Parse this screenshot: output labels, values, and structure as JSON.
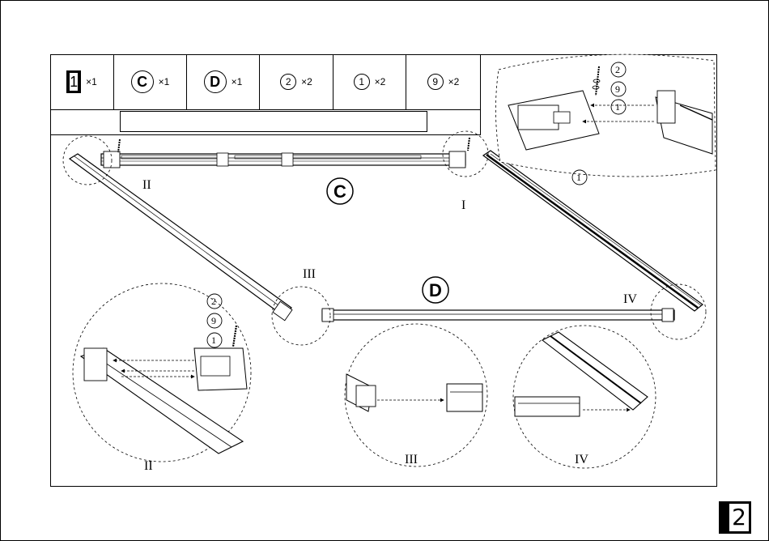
{
  "parts_table": [
    {
      "code": "1",
      "qty": "×1",
      "style": "step"
    },
    {
      "code": "C",
      "qty": "×1",
      "style": "circle-bold"
    },
    {
      "code": "D",
      "qty": "×1",
      "style": "circle-bold"
    },
    {
      "code": "2",
      "qty": "×2",
      "style": "circle"
    },
    {
      "code": "1",
      "qty": "×2",
      "style": "circle"
    },
    {
      "code": "9",
      "qty": "×2",
      "style": "circle"
    }
  ],
  "diagram": {
    "rail_c_label": "C",
    "rail_d_label": "D",
    "detail_labels": {
      "I": "I",
      "II": "II",
      "III": "III",
      "IV": "IV"
    },
    "detail_i_parts": [
      "2",
      "9",
      "1"
    ],
    "detail_i_bottom": "1",
    "detail_ii_parts": [
      "2",
      "9",
      "1"
    ]
  },
  "page_number": "2"
}
